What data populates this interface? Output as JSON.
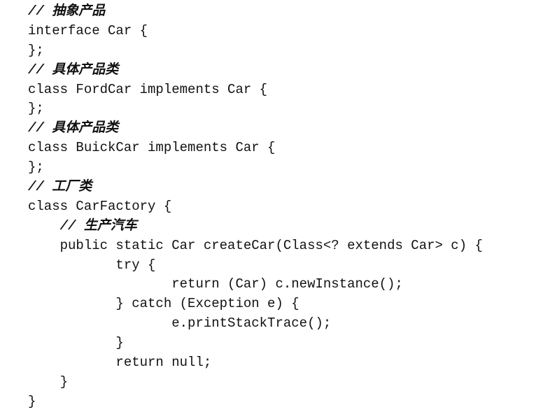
{
  "code": {
    "lines": [
      {
        "text": "// 抽象产品",
        "comment": true
      },
      {
        "text": "interface Car {",
        "comment": false
      },
      {
        "text": "};",
        "comment": false
      },
      {
        "text": "// 具体产品类",
        "comment": true
      },
      {
        "text": "class FordCar implements Car {",
        "comment": false
      },
      {
        "text": "};",
        "comment": false
      },
      {
        "text": "// 具体产品类",
        "comment": true
      },
      {
        "text": "class BuickCar implements Car {",
        "comment": false
      },
      {
        "text": "};",
        "comment": false
      },
      {
        "text": "// 工厂类",
        "comment": true
      },
      {
        "text": "class CarFactory {",
        "comment": false
      },
      {
        "text": "    // 生产汽车",
        "comment": true
      },
      {
        "text": "    public static Car createCar(Class<? extends Car> c) {",
        "comment": false
      },
      {
        "text": "           try {",
        "comment": false
      },
      {
        "text": "                  return (Car) c.newInstance();",
        "comment": false
      },
      {
        "text": "           } catch (Exception e) {",
        "comment": false
      },
      {
        "text": "                  e.printStackTrace();",
        "comment": false
      },
      {
        "text": "           }",
        "comment": false
      },
      {
        "text": "           return null;",
        "comment": false
      },
      {
        "text": "    }",
        "comment": false
      },
      {
        "text": "}",
        "comment": false
      }
    ]
  }
}
